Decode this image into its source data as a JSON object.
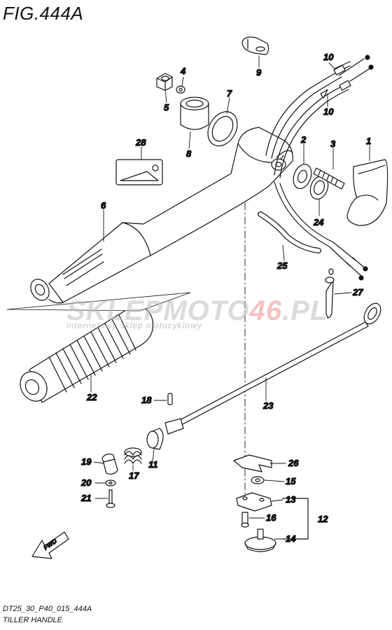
{
  "figure": {
    "title": "FIG.444A",
    "code": "DT25_30_P40_015_444A",
    "name": "TILLER HANDLE"
  },
  "watermark": {
    "brand_left": "SKLEP",
    "brand_middle": "MOTO",
    "brand_accent": "46",
    "brand_right": ".PL",
    "tagline": "internetowy sklep motocyklowy"
  },
  "fwd_label": "FWD",
  "callouts": [
    {
      "id": "c1",
      "text": "1"
    },
    {
      "id": "c2",
      "text": "2"
    },
    {
      "id": "c3",
      "text": "3"
    },
    {
      "id": "c4",
      "text": "4"
    },
    {
      "id": "c5",
      "text": "5"
    },
    {
      "id": "c6",
      "text": "6"
    },
    {
      "id": "c7",
      "text": "7"
    },
    {
      "id": "c8",
      "text": "8"
    },
    {
      "id": "c9",
      "text": "9"
    },
    {
      "id": "c10a",
      "text": "10"
    },
    {
      "id": "c10b",
      "text": "10"
    },
    {
      "id": "c11",
      "text": "11"
    },
    {
      "id": "c12",
      "text": "12"
    },
    {
      "id": "c13",
      "text": "13"
    },
    {
      "id": "c14",
      "text": "14"
    },
    {
      "id": "c15",
      "text": "15"
    },
    {
      "id": "c16",
      "text": "16"
    },
    {
      "id": "c17",
      "text": "17"
    },
    {
      "id": "c18",
      "text": "18"
    },
    {
      "id": "c19",
      "text": "19"
    },
    {
      "id": "c20",
      "text": "20"
    },
    {
      "id": "c21",
      "text": "21"
    },
    {
      "id": "c22",
      "text": "22"
    },
    {
      "id": "c23",
      "text": "23"
    },
    {
      "id": "c24",
      "text": "24"
    },
    {
      "id": "c25",
      "text": "25"
    },
    {
      "id": "c26",
      "text": "26"
    },
    {
      "id": "c27",
      "text": "27"
    },
    {
      "id": "c28",
      "text": "28"
    }
  ]
}
